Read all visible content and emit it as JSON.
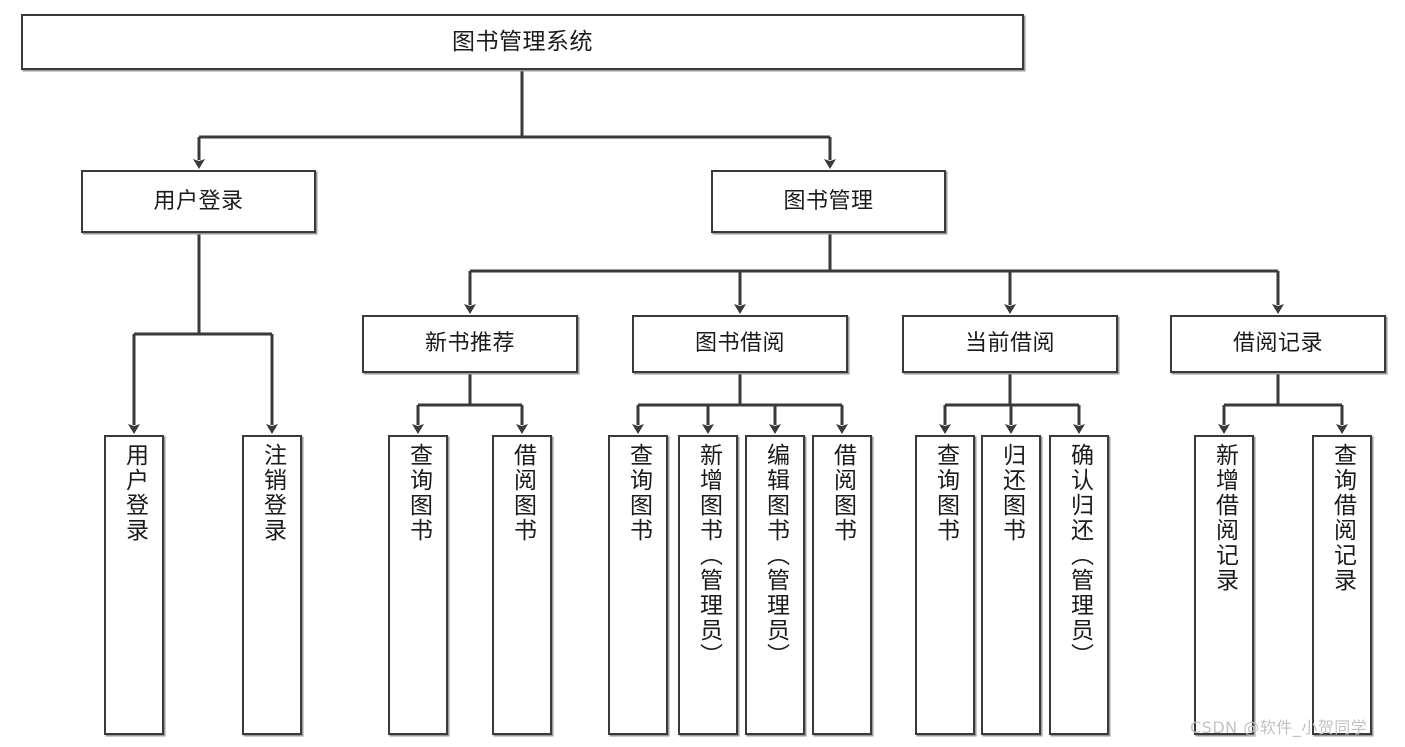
{
  "diagram": {
    "type": "tree",
    "title": "图书管理系统",
    "watermark": "CSDN @软件_小贺同学",
    "colors": {
      "box_border": "#3a3a3a",
      "box_fill": "#ffffff",
      "edge": "#3a3a3a",
      "text": "#1b1b1b",
      "watermark": "#c2c2c2",
      "shadow": "#9a9a9a"
    },
    "levels": {
      "root": {
        "label": "图书管理系统"
      },
      "level2": [
        {
          "label": "用户登录"
        },
        {
          "label": "图书管理"
        }
      ],
      "level3": [
        {
          "label": "新书推荐"
        },
        {
          "label": "图书借阅"
        },
        {
          "label": "当前借阅"
        },
        {
          "label": "借阅记录"
        }
      ],
      "leaves": {
        "user_login": [
          {
            "label": "用户登录"
          },
          {
            "label": "注销登录"
          }
        ],
        "new_book_recommend": [
          {
            "label": "查询图书"
          },
          {
            "label": "借阅图书"
          }
        ],
        "book_borrow": [
          {
            "label": "查询图书"
          },
          {
            "label": "新增图书（管理员）"
          },
          {
            "label": "编辑图书（管理员）"
          },
          {
            "label": "借阅图书"
          }
        ],
        "current_borrow": [
          {
            "label": "查询图书"
          },
          {
            "label": "归还图书"
          },
          {
            "label": "确认归还（管理员）"
          }
        ],
        "borrow_record": [
          {
            "label": "新增借阅记录"
          },
          {
            "label": "查询借阅记录"
          }
        ]
      }
    }
  }
}
